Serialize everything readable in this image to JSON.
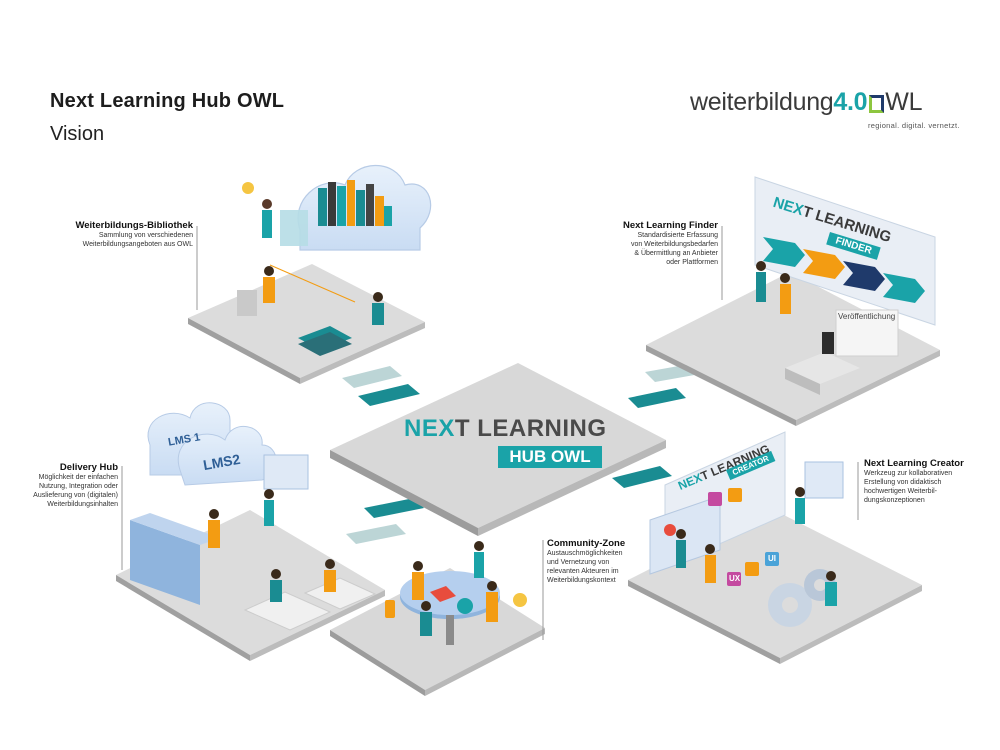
{
  "header": {
    "title": "Next Learning Hub OWL",
    "subtitle": "Vision"
  },
  "logo": {
    "word_prefix": "weiterbildung",
    "word_version": "4.0",
    "word_suffix": "WL",
    "tagline": "regional. digital. vernetzt.",
    "accent_color": "#1aa3a8",
    "bracket_colors": [
      "#1f3a6b",
      "#8dc63f"
    ]
  },
  "center": {
    "line1_a": "NE",
    "line1_x": "X",
    "line1_b": "T LEARNING",
    "line2": "HUB OWL",
    "accent_color": "#1aa3a8",
    "dark_color": "#4a4a4a"
  },
  "modules": {
    "library": {
      "title": "Weiterbildungs-Bibliothek",
      "desc_1": "Sammlung von verschiedenen",
      "desc_2": "Weiterbildungsangeboten aus OWL"
    },
    "finder": {
      "title": "Next Learning Finder",
      "desc_1": "Standardisierte Erfassung",
      "desc_2": "von Weiterbildungsbedarfen",
      "desc_3": "& Übermittlung an Anbieter",
      "desc_4": "oder Plattformen",
      "screen_a": "NE",
      "screen_x": "X",
      "screen_b": "T LEARNING",
      "screen_badge": "FINDER",
      "board_label": "Veröffentlichung"
    },
    "delivery": {
      "title": "Delivery Hub",
      "desc_1": "Möglichkeit der einfachen",
      "desc_2": "Nutzung, Integration oder",
      "desc_3": "Auslieferung von (digitalen)",
      "desc_4": "Weiterbildungsinhalten",
      "cloud_1": "LMS 1",
      "cloud_2": "LMS2"
    },
    "creator": {
      "title": "Next Learning Creator",
      "desc_1": "Werkzeug zur kollaborativen",
      "desc_2": "Erstellung von didaktisch",
      "desc_3": "hochwertigen Weiterbil-",
      "desc_4": "dungskonzeptionen",
      "screen_a": "NE",
      "screen_x": "X",
      "screen_b": "T LEARNING",
      "screen_badge": "CREATOR",
      "tag_ux": "UX",
      "tag_ui": "UI"
    },
    "community": {
      "title": "Community-Zone",
      "desc_1": "Austauschmöglichkeiten",
      "desc_2": "und Vernetzung von",
      "desc_3": "relevanten Akteuren im",
      "desc_4": "Weiterbildungskontext"
    }
  }
}
